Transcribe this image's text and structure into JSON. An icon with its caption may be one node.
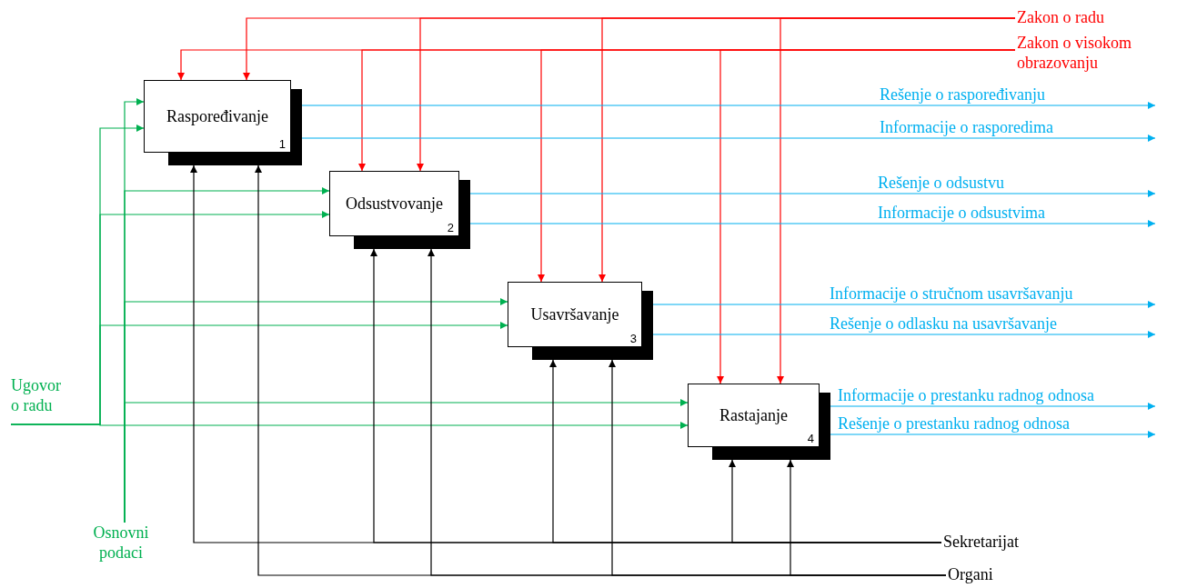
{
  "diagram": {
    "nodes": [
      {
        "text": [
          "Raspoređivanje",
          "1"
        ]
      },
      {
        "text": [
          "Odsustvovanje",
          "2"
        ]
      },
      {
        "text": [
          "Usavršavanje",
          "3"
        ]
      },
      {
        "text": [
          "Rastajanje",
          "4"
        ]
      },
      {
        "text": [
          "Zakon o radu"
        ]
      },
      {
        "text": [
          "Zakon o visokom obrazovanju"
        ]
      },
      {
        "text": [
          "Ugovor o radu"
        ]
      },
      {
        "text": [
          "Osnovni podaci"
        ]
      },
      {
        "text": [
          "Sekretarijat"
        ]
      },
      {
        "text": [
          "Organi"
        ]
      }
    ],
    "edges": [
      {
        "from": 4,
        "to": 0,
        "arrow": "to",
        "color": "#ff0000"
      },
      {
        "from": 4,
        "to": 1,
        "arrow": "to",
        "color": "#ff0000"
      },
      {
        "from": 4,
        "to": 2,
        "arrow": "to",
        "color": "#ff0000"
      },
      {
        "from": 4,
        "to": 3,
        "arrow": "to",
        "color": "#ff0000"
      },
      {
        "from": 5,
        "to": 0,
        "arrow": "to",
        "color": "#ff0000"
      },
      {
        "from": 5,
        "to": 1,
        "arrow": "to",
        "color": "#ff0000"
      },
      {
        "from": 5,
        "to": 2,
        "arrow": "to",
        "color": "#ff0000"
      },
      {
        "from": 5,
        "to": 3,
        "arrow": "to",
        "color": "#ff0000"
      },
      {
        "from": 6,
        "to": 0,
        "arrow": "to",
        "color": "#00b050"
      },
      {
        "from": 6,
        "to": 1,
        "arrow": "to",
        "color": "#00b050"
      },
      {
        "from": 6,
        "to": 2,
        "arrow": "to",
        "color": "#00b050"
      },
      {
        "from": 6,
        "to": 3,
        "arrow": "to",
        "color": "#00b050"
      },
      {
        "from": 7,
        "to": 0,
        "arrow": "to",
        "color": "#00b050"
      },
      {
        "from": 7,
        "to": 1,
        "arrow": "to",
        "color": "#00b050"
      },
      {
        "from": 7,
        "to": 2,
        "arrow": "to",
        "color": "#00b050"
      },
      {
        "from": 7,
        "to": 3,
        "arrow": "to",
        "color": "#00b050"
      },
      {
        "from": 8,
        "to": 0,
        "arrow": "to",
        "color": "#000000"
      },
      {
        "from": 8,
        "to": 1,
        "arrow": "to",
        "color": "#000000"
      },
      {
        "from": 8,
        "to": 2,
        "arrow": "to",
        "color": "#000000"
      },
      {
        "from": 8,
        "to": 3,
        "arrow": "to",
        "color": "#000000"
      },
      {
        "from": 9,
        "to": 0,
        "arrow": "to",
        "color": "#000000"
      },
      {
        "from": 9,
        "to": 1,
        "arrow": "to",
        "color": "#000000"
      },
      {
        "from": 9,
        "to": 2,
        "arrow": "to",
        "color": "#000000"
      },
      {
        "from": 9,
        "to": 3,
        "arrow": "to",
        "color": "#000000"
      },
      {
        "from": 0,
        "to": null,
        "arrow": "to",
        "label": "Rešenje o raspoređivanju",
        "color": "#00b0f0"
      },
      {
        "from": 0,
        "to": null,
        "arrow": "to",
        "label": "Informacije o rasporedima",
        "color": "#00b0f0"
      },
      {
        "from": 1,
        "to": null,
        "arrow": "to",
        "label": "Rešenje o odsustvu",
        "color": "#00b0f0"
      },
      {
        "from": 1,
        "to": null,
        "arrow": "to",
        "label": "Informacije o odsustvima",
        "color": "#00b0f0"
      },
      {
        "from": 2,
        "to": null,
        "arrow": "to",
        "label": "Informacije o stručnom usavršavanju",
        "color": "#00b0f0"
      },
      {
        "from": 2,
        "to": null,
        "arrow": "to",
        "label": "Rešenje o odlasku na usavršavanje",
        "color": "#00b0f0"
      },
      {
        "from": 3,
        "to": null,
        "arrow": "to",
        "label": "Informacije o prestanku radnog odnosa",
        "color": "#00b0f0"
      },
      {
        "from": 3,
        "to": null,
        "arrow": "to",
        "label": "Rešenje o prestanku radnog odnosa",
        "color": "#00b0f0"
      }
    ]
  }
}
